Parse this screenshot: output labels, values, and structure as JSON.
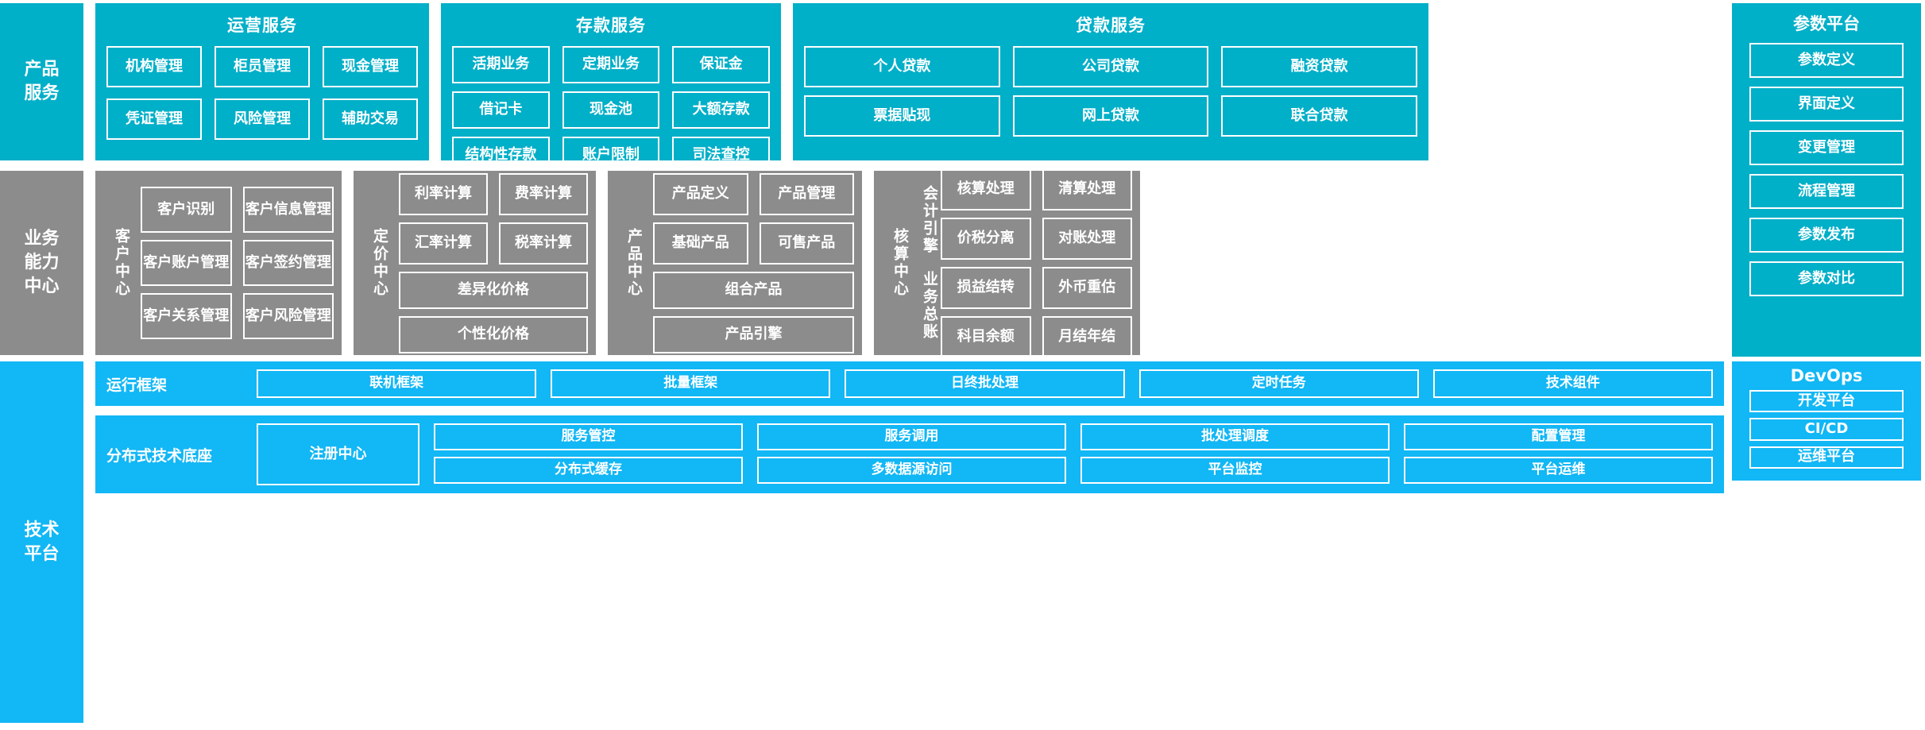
{
  "layers": {
    "product_services": "产品\n服务",
    "business_capability": "业务\n能力\n中心",
    "technical_platform": "技术\n平台"
  },
  "product_services": {
    "label_line1": "产品",
    "label_line2": "服务",
    "groups": [
      {
        "title": "运营服务",
        "items": [
          "机构管理",
          "柜员管理",
          "现金管理",
          "凭证管理",
          "风险管理",
          "辅助交易"
        ]
      },
      {
        "title": "存款服务",
        "items": [
          "活期业务",
          "定期业务",
          "保证金",
          "借记卡",
          "现金池",
          "大额存款",
          "结构性存款",
          "账户限制",
          "司法查控"
        ]
      },
      {
        "title": "贷款服务",
        "items": [
          "个人贷款",
          "公司贷款",
          "融资贷款",
          "票据贴现",
          "网上贷款",
          "联合贷款"
        ]
      }
    ]
  },
  "param_platform": {
    "title": "参数平台",
    "items": [
      "参数定义",
      "界面定义",
      "变更管理",
      "流程管理",
      "参数发布",
      "参数对比"
    ]
  },
  "business_capability": {
    "label_line1": "业务",
    "label_line2": "能力",
    "label_line3": "中心",
    "centers": [
      {
        "name": "客户中心",
        "rows": [
          [
            "客户识别",
            "客户信息管理"
          ],
          [
            "客户账户管理",
            "客户签约管理"
          ],
          [
            "客户关系管理",
            "客户风险管理"
          ]
        ]
      },
      {
        "name": "定价中心",
        "rows": [
          [
            "利率计算",
            "费率计算"
          ],
          [
            "汇率计算",
            "税率计算"
          ]
        ],
        "full_width": [
          "差异化价格",
          "个性化价格"
        ]
      },
      {
        "name": "产品中心",
        "rows": [
          [
            "产品定义",
            "产品管理"
          ],
          [
            "基础产品",
            "可售产品"
          ]
        ],
        "full_width": [
          "组合产品",
          "产品引擎"
        ]
      },
      {
        "name": "核算中心",
        "subgroups": [
          {
            "name": "会计引擎",
            "rows": [
              [
                "核算处理",
                "清算处理"
              ],
              [
                "价税分离",
                "对账处理"
              ]
            ]
          },
          {
            "name": "业务总账",
            "rows": [
              [
                "损益结转",
                "外币重估"
              ],
              [
                "科目余额",
                "月结年结"
              ]
            ]
          }
        ]
      }
    ]
  },
  "technical_platform": {
    "label_line1": "技术",
    "label_line2": "平台",
    "runtime": {
      "label": "运行框架",
      "items": [
        "联机框架",
        "批量框架",
        "日终批处理",
        "定时任务",
        "技术组件"
      ]
    },
    "base": {
      "label": "分布式技术底座",
      "registry": "注册中心",
      "columns": [
        [
          "服务管控",
          "分布式缓存"
        ],
        [
          "服务调用",
          "多数据源访问"
        ],
        [
          "批处理调度",
          "平台监控"
        ],
        [
          "配置管理",
          "平台运维"
        ]
      ]
    }
  },
  "devops": {
    "title": "DevOps",
    "items": [
      "开发平台",
      "CI/CD",
      "运维平台"
    ]
  },
  "colors": {
    "cyan": "#00AFC8",
    "gray": "#8c8c8c",
    "blue": "#12B7F5",
    "white": "#ffffff"
  }
}
